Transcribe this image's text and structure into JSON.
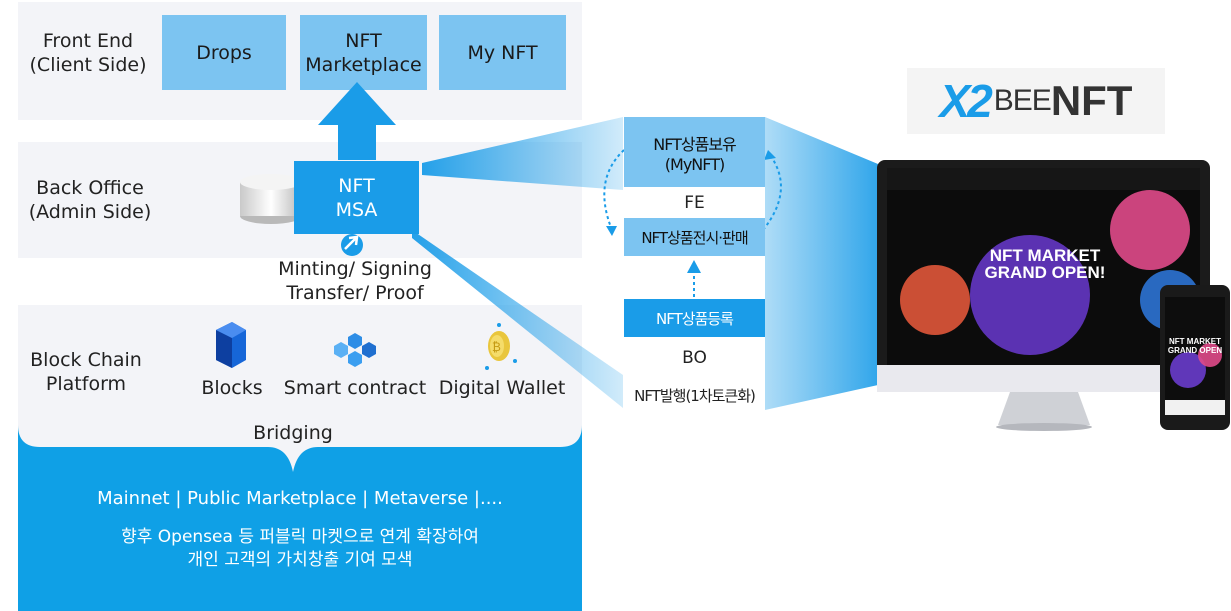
{
  "frontend": {
    "label_line1": "Front End",
    "label_line2": "(Client Side)",
    "boxes": [
      {
        "line1": "Drops",
        "line2": ""
      },
      {
        "line1": "NFT",
        "line2": "Marketplace"
      },
      {
        "line1": "My NFT",
        "line2": ""
      }
    ]
  },
  "backoffice": {
    "label_line1": "Back Office",
    "label_line2": "(Admin Side)",
    "msa_line1": "NFT",
    "msa_line2": "MSA",
    "process_line1": "Minting/ Signing",
    "process_line2": "Transfer/ Proof"
  },
  "blockchain": {
    "label_line1": "Block Chain",
    "label_line2": "Platform",
    "items": [
      {
        "label": "Blocks",
        "icon": "blocks-icon"
      },
      {
        "label": "Smart contract",
        "icon": "smart-contract-icon"
      },
      {
        "label": "Digital Wallet",
        "icon": "bitcoin-wallet-icon"
      }
    ],
    "bridging": "Bridging"
  },
  "bottom": {
    "line1": "Mainnet | Public Marketplace | Metaverse |....",
    "line2": "향후 Opensea 등 퍼블릭 마켓으로 연계 확장하여",
    "line3": "개인 고객의 가치창출 기여 모색"
  },
  "flow": {
    "fe_top_line1": "NFT상품보유",
    "fe_top_line2": "(MyNFT)",
    "fe_label": "FE",
    "fe_bottom": "NFT상품전시·판매",
    "bo_top": "NFT상품등록",
    "bo_label": "BO",
    "bo_bottom": "NFT발행(1차토큰화)"
  },
  "brand": {
    "logo_x2": "X2",
    "logo_bee": "BEE",
    "logo_nft": "NFT"
  },
  "mockup": {
    "hero_line1": "NFT MARKET",
    "hero_line2": "GRAND OPEN!",
    "phone_line1": "NFT MARKET",
    "phone_line2": "GRAND OPEN"
  },
  "colors": {
    "band": "#f3f4f8",
    "box_blue": "#7cc4f1",
    "accent_blue": "#1a9ce8",
    "bottom_blue": "#0fa0e6"
  }
}
